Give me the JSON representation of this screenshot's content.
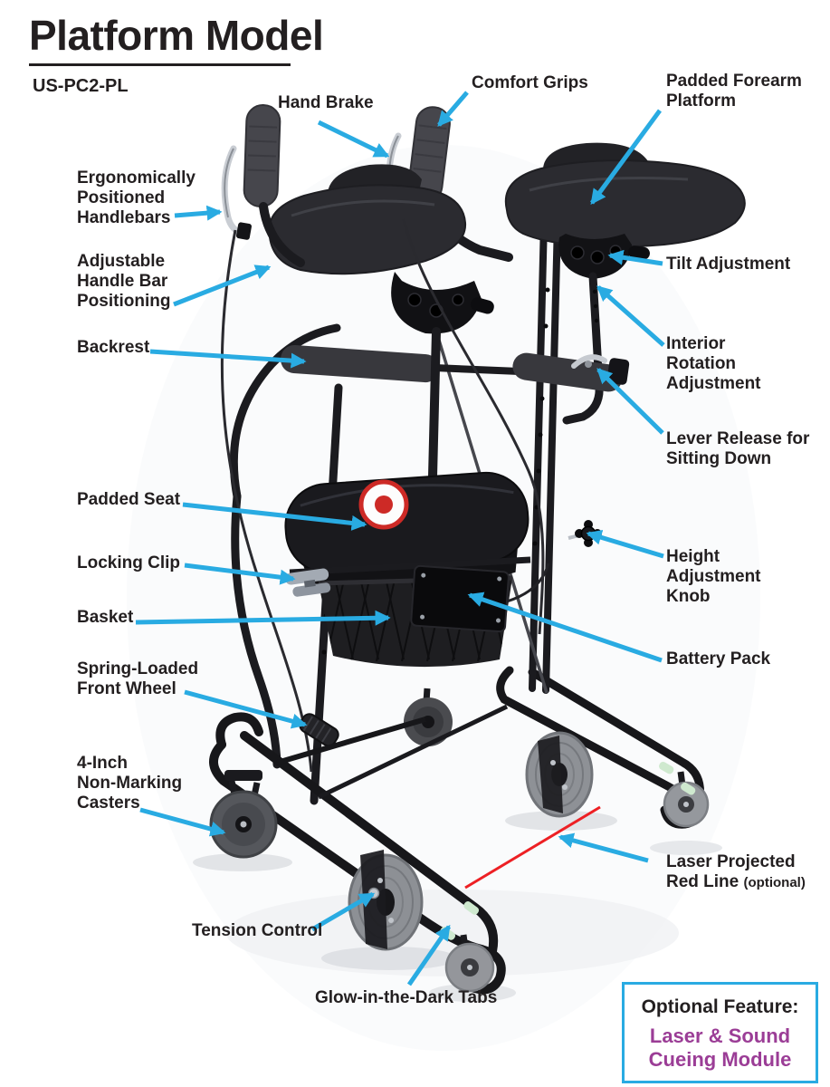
{
  "header": {
    "title": "Platform Model",
    "model": "US-PC2-PL"
  },
  "colors": {
    "accent_arrow": "#29abe2",
    "label_text": "#231f20",
    "laser_red": "#ed2024",
    "optional_purple": "#9b3d96"
  },
  "labels": [
    {
      "id": "hand-brake",
      "text": "Hand Brake"
    },
    {
      "id": "comfort-grips",
      "text": "Comfort Grips"
    },
    {
      "id": "padded-forearm-platform",
      "text": "Padded Forearm\nPlatform"
    },
    {
      "id": "ergonomically-positioned-handlebars",
      "text": "Ergonomically\nPositioned\nHandlebars"
    },
    {
      "id": "adjustable-handle-bar-positioning",
      "text": "Adjustable\nHandle Bar\nPositioning"
    },
    {
      "id": "backrest",
      "text": "Backrest"
    },
    {
      "id": "tilt-adjustment",
      "text": "Tilt Adjustment"
    },
    {
      "id": "interior-rotation-adjustment",
      "text": "Interior\nRotation\nAdjustment"
    },
    {
      "id": "lever-release-for-sitting-down",
      "text": "Lever Release for\nSitting Down"
    },
    {
      "id": "padded-seat",
      "text": "Padded Seat"
    },
    {
      "id": "locking-clip",
      "text": "Locking Clip"
    },
    {
      "id": "basket",
      "text": "Basket"
    },
    {
      "id": "spring-loaded-front-wheel",
      "text": "Spring-Loaded\nFront Wheel"
    },
    {
      "id": "height-adjustment-knob",
      "text": "Height\nAdjustment\nKnob"
    },
    {
      "id": "battery-pack",
      "text": "Battery Pack"
    },
    {
      "id": "four-inch-non-marking-casters",
      "text": "4-Inch\nNon-Marking\nCasters"
    },
    {
      "id": "laser-projected-red-line",
      "text": "Laser Projected",
      "text2": "Red Line",
      "suffix": "(optional)"
    },
    {
      "id": "tension-control",
      "text": "Tension Control"
    },
    {
      "id": "glow-in-the-dark-tabs",
      "text": "Glow-in-the-Dark Tabs"
    }
  ],
  "optional_feature": {
    "heading": "Optional Feature:",
    "detail": "Laser & Sound\nCueing Module"
  }
}
